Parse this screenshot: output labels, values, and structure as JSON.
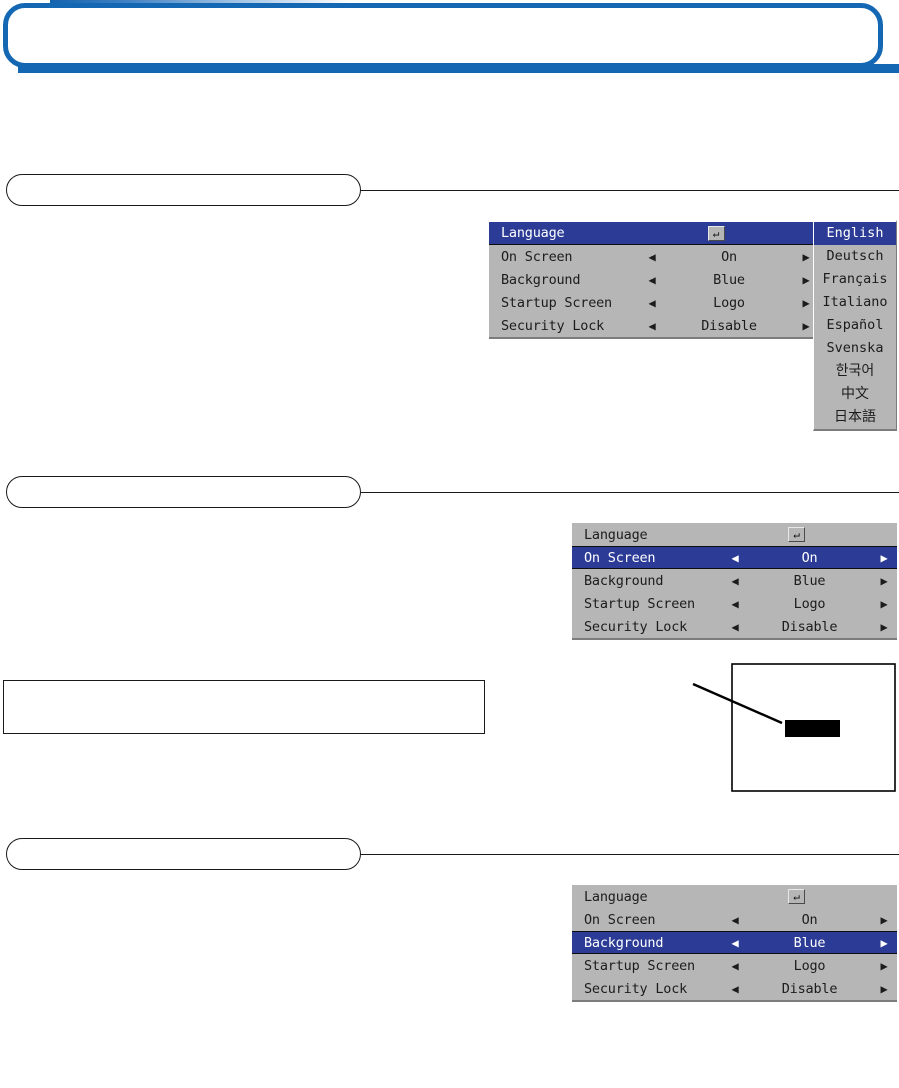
{
  "page": {
    "header": {
      "title": ""
    },
    "sections": [
      {
        "id": "language",
        "label": ""
      },
      {
        "id": "on-screen",
        "label": ""
      },
      {
        "id": "background",
        "label": ""
      }
    ],
    "body_blocks": [
      {
        "text": ""
      },
      {
        "text": ""
      },
      {
        "text": ""
      }
    ],
    "note": {
      "text": ""
    },
    "figure": {
      "caption": "",
      "frame_color": "#000000",
      "bar_color": "#000000",
      "leader_line_color": "#000000"
    }
  },
  "colors": {
    "brand_blue": "#1468b3",
    "osd_background": "#b6b6b6",
    "osd_highlight": "#2b3b96",
    "osd_text": "#1c1c1c",
    "osd_text_selected": "#ffffff"
  },
  "osd": {
    "rows": {
      "language": {
        "label": "Language",
        "kind": "enter",
        "value": "",
        "icon": "enter-return-icon"
      },
      "on_screen": {
        "label": "On Screen",
        "kind": "spin",
        "value": "On"
      },
      "background": {
        "label": "Background",
        "kind": "spin",
        "value": "Blue"
      },
      "startup_screen": {
        "label": "Startup Screen",
        "kind": "spin",
        "value": "Logo"
      },
      "security_lock": {
        "label": "Security Lock",
        "kind": "spin",
        "value": "Disable"
      }
    },
    "arrows": {
      "left": "◀",
      "right": "▶"
    },
    "enter_glyph": "↵",
    "menus": [
      {
        "id": "menu-language",
        "selected": "language"
      },
      {
        "id": "menu-on-screen",
        "selected": "on_screen"
      },
      {
        "id": "menu-background",
        "selected": "background"
      }
    ],
    "language_list": {
      "selected": "English",
      "items": [
        {
          "label": "English",
          "cjk": false
        },
        {
          "label": "Deutsch",
          "cjk": false
        },
        {
          "label": "Français",
          "cjk": false
        },
        {
          "label": "Italiano",
          "cjk": false
        },
        {
          "label": "Español",
          "cjk": false
        },
        {
          "label": "Svenska",
          "cjk": false
        },
        {
          "label": "한국어",
          "cjk": true
        },
        {
          "label": "中文",
          "cjk": true
        },
        {
          "label": "日本語",
          "cjk": true
        }
      ]
    }
  }
}
